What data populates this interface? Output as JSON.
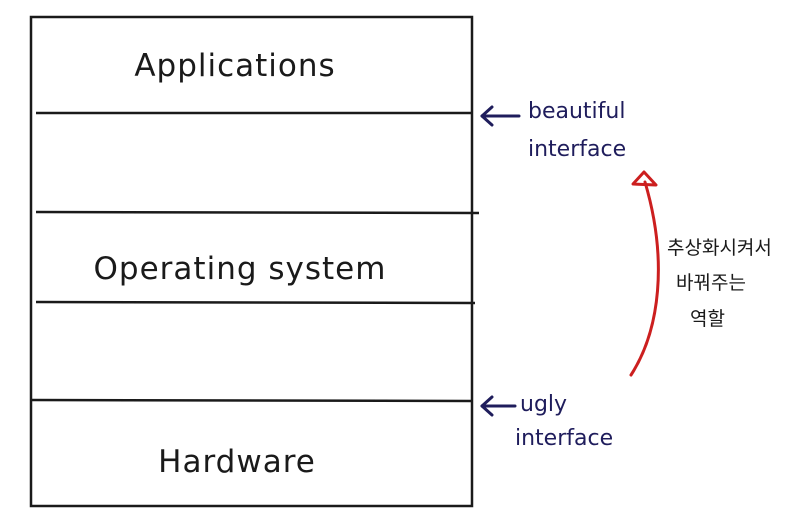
{
  "layers": {
    "applications": "Applications",
    "operating_system": "Operating system",
    "hardware": "Hardware"
  },
  "annotations": {
    "top": {
      "line1": "beautiful",
      "line2": "interface"
    },
    "bottom": {
      "line1": "ugly",
      "line2": "interface"
    },
    "role_note": {
      "line1": "추상화시켜서",
      "line2": "바꿔주는",
      "line3": "역할"
    }
  },
  "colors": {
    "ink": "#1a1a1a",
    "navy": "#1f1d5c",
    "red": "#cc1f1f"
  }
}
